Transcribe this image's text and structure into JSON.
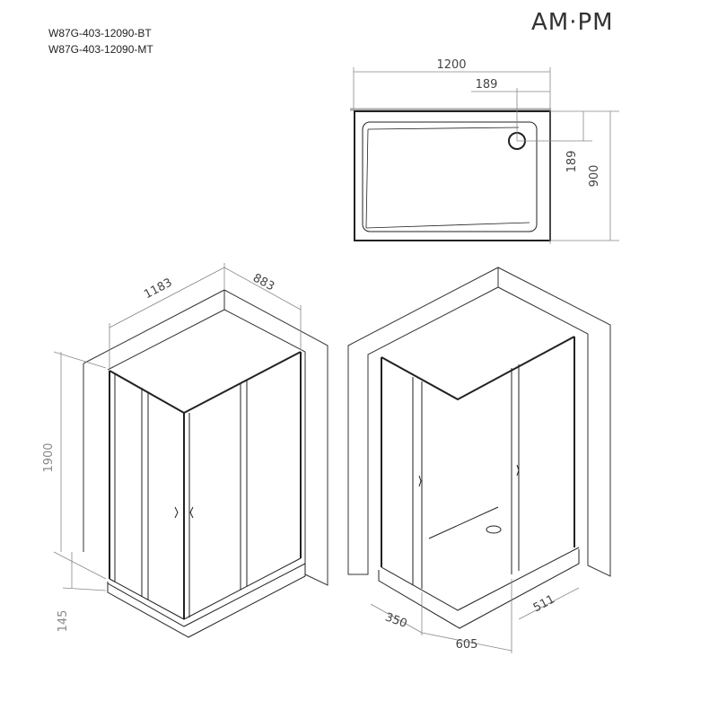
{
  "header": {
    "models": [
      "W87G-403-12090-BT",
      "W87G-403-12090-MT"
    ],
    "logo": "AM·PM"
  },
  "top_view": {
    "width": "1200",
    "drain_x": "189",
    "drain_y": "189",
    "depth": "900"
  },
  "left_view": {
    "width": "1183",
    "depth": "883",
    "height": "1900",
    "tray_height": "145"
  },
  "right_view": {
    "door_left": "350",
    "base": "605",
    "door_right": "511"
  }
}
